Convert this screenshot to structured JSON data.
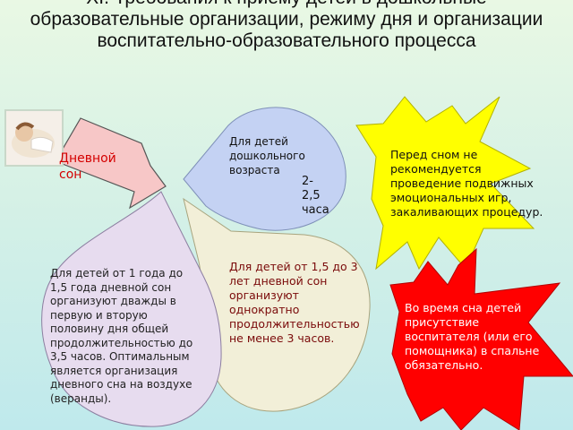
{
  "slide": {
    "title": "XI. Требования к приему детей в дошкольные образовательные организации, режиму дня и организации воспитательно-образовательного процесса"
  },
  "arrow": {
    "label": "Дневной сон"
  },
  "bubbles": {
    "preschool": {
      "line1": "Для детей дошкольного возраста",
      "duration": "2-2,5 часа"
    },
    "one_to_one_half": {
      "text": "Для детей от 1 года до 1,5 года дневной сон организуют дважды в первую и вторую половину дня общей продолжительностью до 3,5 часов. Оптимальным является организация дневного сна на воздухе (веранды)."
    },
    "one_half_to_three": {
      "text": "Для детей от 1,5 до 3 лет дневной сон организуют однократно продолжительностью не менее 3 часов."
    }
  },
  "stars": {
    "yellow": {
      "text": "Перед сном не рекомендуется проведение подвижных эмоциональных игр, закаливающих процедур."
    },
    "red": {
      "text": "Во время сна детей присутствие воспитателя (или его помощника) в спальне обязательно."
    }
  },
  "colors": {
    "arrow_fill": "#f7c7c7",
    "arrow_text": "#d40000",
    "blue_drop": "#c4d2f3",
    "lavender_drop": "#e7dcef",
    "cream_drop": "#f2efd8",
    "yellow_star": "#ffff00",
    "red_star": "#ff0000"
  }
}
